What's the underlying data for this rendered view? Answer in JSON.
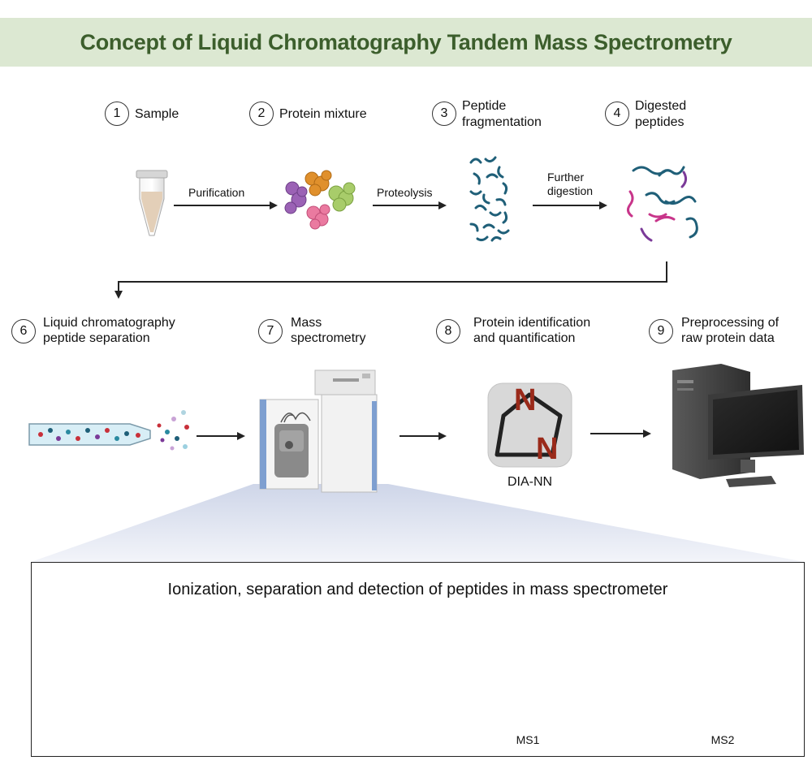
{
  "title": "Concept of Liquid Chromatography Tandem Mass Spectrometry",
  "steps": [
    {
      "num": "1",
      "label": "Sample"
    },
    {
      "num": "2",
      "label": "Protein mixture"
    },
    {
      "num": "3",
      "label_line1": "Peptide",
      "label_line2": "fragmentation"
    },
    {
      "num": "4",
      "label_line1": "Digested",
      "label_line2": "peptides"
    },
    {
      "num": "6",
      "label_line1": "Liquid chromatography",
      "label_line2": "peptide separation"
    },
    {
      "num": "7",
      "label_line1": "Mass",
      "label_line2": "spectrometry"
    },
    {
      "num": "8",
      "label_line1": "Protein identification",
      "label_line2": "and quantification"
    },
    {
      "num": "9",
      "label_line1": "Preprocessing of",
      "label_line2": "raw protein data"
    }
  ],
  "arrows": {
    "purification": "Purification",
    "proteolysis": "Proteolysis",
    "further_line1": "Further",
    "further_line2": "digestion"
  },
  "software": {
    "name": "DIA-NN",
    "logo_letter": "N"
  },
  "panel": {
    "title": "Ionization, separation and detection of peptides in mass spectrometer",
    "ms1_label": "MS1",
    "ms2_label": "MS2"
  },
  "colors": {
    "title": "#3c5e2c",
    "banner": "#dce8d2",
    "peptide_blue": "#1f5f78",
    "peptide_pink": "#c8358a",
    "peptide_purple": "#7b3a98",
    "accent_red": "#c8303a",
    "highlight_orange": "#e07a1e"
  }
}
